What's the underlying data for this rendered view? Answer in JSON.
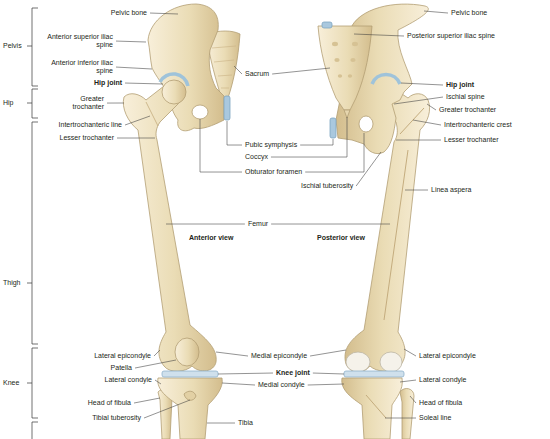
{
  "diagram": {
    "labels": [
      "Pelvis",
      "Hip",
      "Thigh",
      "Knee",
      "Pelvic bone",
      "Anterior superior iliac spine",
      "Anterior inferior iliac spine",
      "Hip joint",
      "Greater trochanter",
      "Intertrochanteric line",
      "Lesser trochanter",
      "Sacrum",
      "Pubic symphysis",
      "Coccyx",
      "Obturator foramen",
      "Ischial tuberosity",
      "Femur",
      "Pelvic bone",
      "Posterior superior iliac spine",
      "Hip joint",
      "Ischial spine",
      "Greater trochanter",
      "Intertrochanteric crest",
      "Lesser trochanter",
      "Linea aspera",
      "Anterior view",
      "Posterior view",
      "Lateral epicondyle",
      "Patella",
      "Lateral condyle",
      "Head of fibula",
      "Tibial tuberosity",
      "Tibia",
      "Medial epicondyle",
      "Knee joint",
      "Medial condyle",
      "Lateral epicondyle",
      "Lateral condyle",
      "Head of fibula",
      "Soleal line"
    ]
  }
}
